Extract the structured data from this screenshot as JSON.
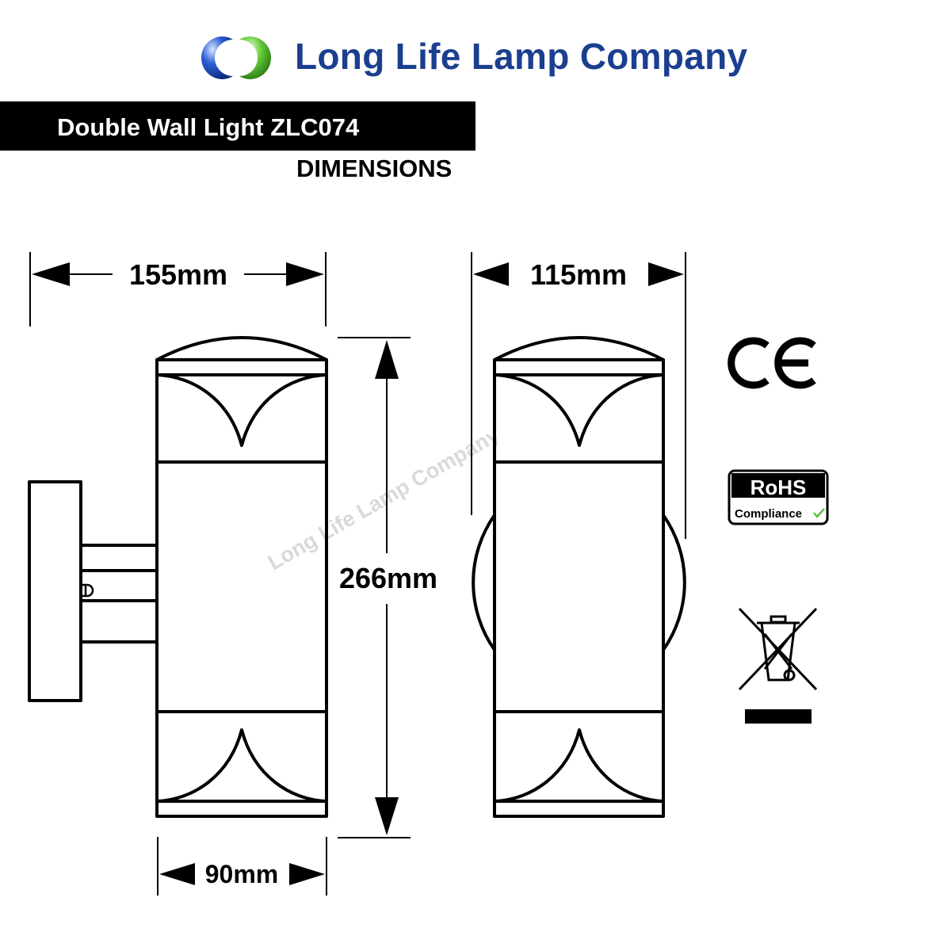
{
  "brand": {
    "name": "Long Life Lamp Company",
    "logo_icon": "logo-rings-icon",
    "colors": {
      "primary": "#1b3f8f",
      "accent": "#5cc23a"
    }
  },
  "header": {
    "product_title": "Double Wall Light ZLC074",
    "section": "DIMENSIONS"
  },
  "dimensions": {
    "side_width": "155mm",
    "front_width": "115mm",
    "height": "266mm",
    "body_width": "90mm"
  },
  "watermark": "Long Life Lamp Company",
  "certifications": {
    "ce": "CE",
    "rohs_top": "RoHS",
    "rohs_bottom": "Compliance",
    "weee_icon": "crossed-bin-icon"
  }
}
